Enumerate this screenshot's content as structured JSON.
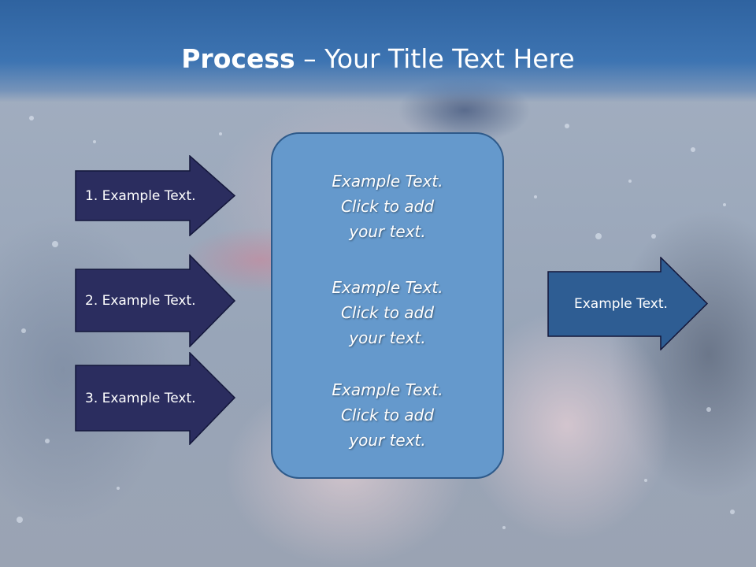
{
  "title": {
    "bold": "Process",
    "separator": " – ",
    "rest": "Your Title Text Here"
  },
  "left_arrows": [
    {
      "label": "1. Example Text."
    },
    {
      "label": "2. Example Text."
    },
    {
      "label": "3. Example Text."
    }
  ],
  "center_blocks": [
    {
      "lines": [
        "Example Text.",
        "Click  to add",
        "your text."
      ]
    },
    {
      "lines": [
        "Example Text.",
        "Click  to add",
        "your text."
      ]
    },
    {
      "lines": [
        "Example Text.",
        "Click  to add",
        "your text."
      ]
    }
  ],
  "right_arrow": {
    "label": "Example Text."
  },
  "colors": {
    "header_blue": "#2f63a0",
    "left_arrow_fill": "#2b2d5f",
    "center_box_fill": "#6599cc",
    "right_arrow_fill": "#2e5d93",
    "arrow_border": "#13163a"
  }
}
